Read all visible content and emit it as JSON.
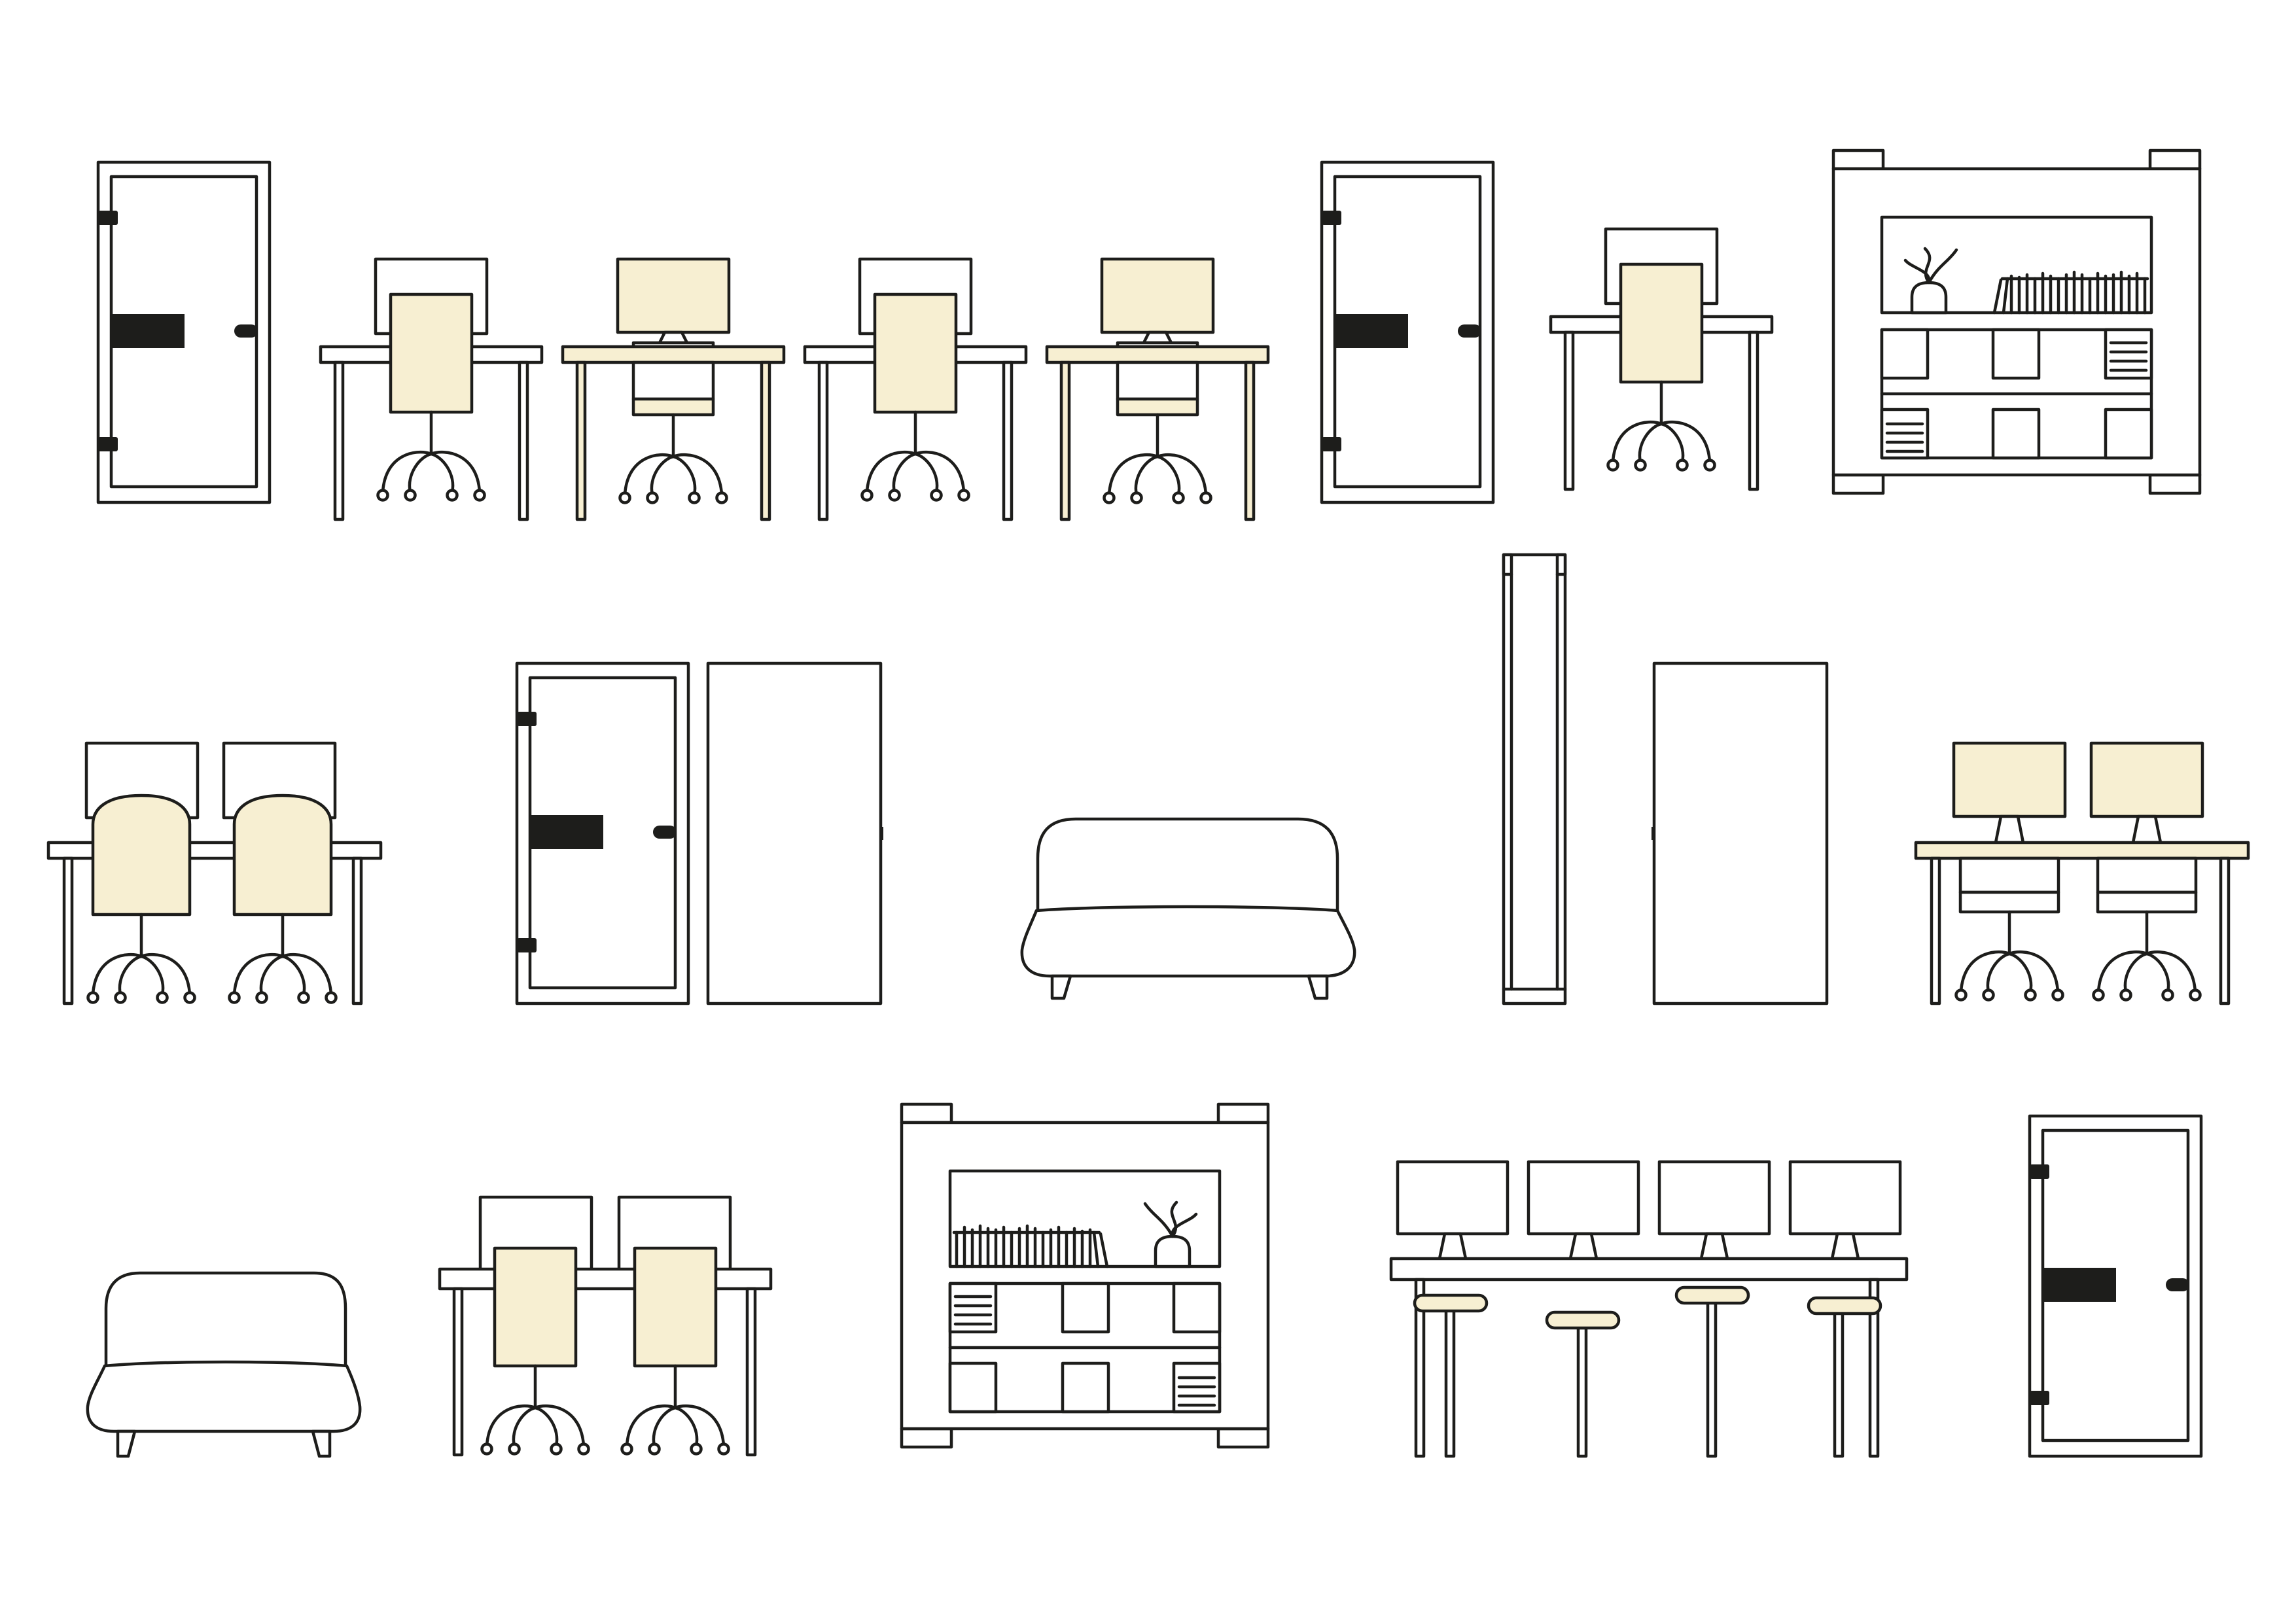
{
  "colors": {
    "background": "#ffffff",
    "outline": "#1d1d1b",
    "accent": "#f7efd2"
  },
  "items": [
    {
      "row": 1,
      "kind": "glass-door",
      "icon": "glass-door-icon"
    },
    {
      "row": 1,
      "kind": "desk-chair-front",
      "icon": "desk-chair-front-icon"
    },
    {
      "row": 1,
      "kind": "desk-monitor-chair-back",
      "icon": "desk-monitor-chair-back-icon"
    },
    {
      "row": 1,
      "kind": "desk-chair-front",
      "icon": "desk-chair-front-icon"
    },
    {
      "row": 1,
      "kind": "desk-monitor-chair-back",
      "icon": "desk-monitor-chair-back-icon"
    },
    {
      "row": 1,
      "kind": "glass-door",
      "icon": "glass-door-icon"
    },
    {
      "row": 1,
      "kind": "desk-chair-front",
      "icon": "desk-chair-front-icon"
    },
    {
      "row": 1,
      "kind": "bookshelf",
      "icon": "bookshelf-icon"
    },
    {
      "row": 2,
      "kind": "double-desk-rounded-chairs",
      "icon": "double-desk-icon"
    },
    {
      "row": 2,
      "kind": "glass-door",
      "icon": "glass-door-icon"
    },
    {
      "row": 2,
      "kind": "plain-door",
      "icon": "plain-door-icon"
    },
    {
      "row": 2,
      "kind": "sofa",
      "icon": "sofa-icon"
    },
    {
      "row": 2,
      "kind": "door-side-view",
      "icon": "door-side-icon"
    },
    {
      "row": 2,
      "kind": "plain-door",
      "icon": "plain-door-icon"
    },
    {
      "row": 2,
      "kind": "double-desk-monitors",
      "icon": "double-desk-monitors-icon"
    },
    {
      "row": 3,
      "kind": "armchair",
      "icon": "armchair-icon"
    },
    {
      "row": 3,
      "kind": "double-desk-chairs",
      "icon": "double-desk-chairs-icon"
    },
    {
      "row": 3,
      "kind": "bookshelf",
      "icon": "bookshelf-icon"
    },
    {
      "row": 3,
      "kind": "bar-counter-monitors-stools",
      "icon": "bar-counter-icon"
    },
    {
      "row": 3,
      "kind": "glass-door",
      "icon": "glass-door-icon"
    }
  ]
}
